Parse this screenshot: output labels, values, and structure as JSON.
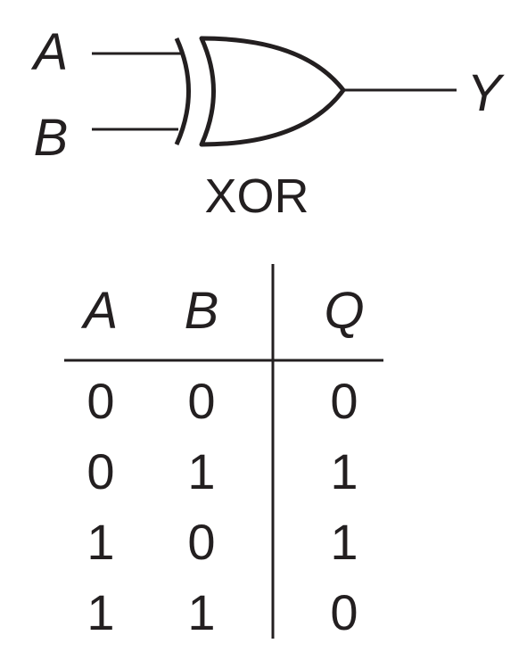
{
  "gate": {
    "input_a": "A",
    "input_b": "B",
    "output": "Y",
    "name": "XOR"
  },
  "truth_table": {
    "headers": [
      "A",
      "B",
      "Q"
    ],
    "rows": [
      [
        "0",
        "0",
        "0"
      ],
      [
        "0",
        "1",
        "1"
      ],
      [
        "1",
        "0",
        "1"
      ],
      [
        "1",
        "1",
        "0"
      ]
    ]
  },
  "colors": {
    "ink": "#231f20",
    "background": "#ffffff"
  }
}
